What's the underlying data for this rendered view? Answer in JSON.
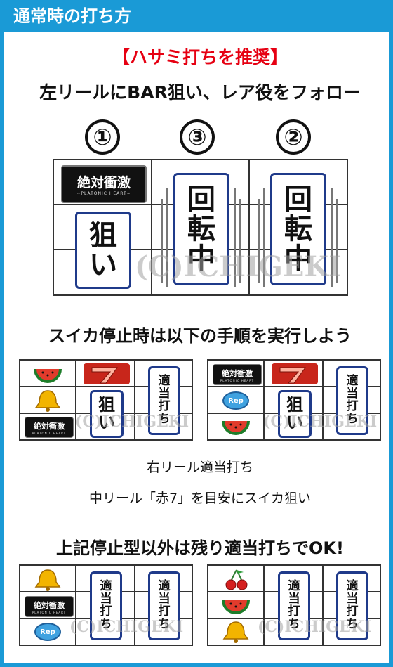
{
  "header": {
    "title": "通常時の打ち方"
  },
  "headline": "【ハサミ打ちを推奨】",
  "instruction1": "左リールにBAR狙い、レア役をフォロー",
  "order": {
    "left": "①",
    "center": "③",
    "right": "②"
  },
  "main": {
    "aim_label": [
      "狙",
      "い"
    ],
    "spin_label": [
      "回",
      "転",
      "中"
    ],
    "logo_main": "絶対衝激",
    "logo_sub": "~PLATONIC HEART~"
  },
  "watermark": "(C)ICHIGEKI",
  "section2_title": "スイカ停止時は以下の手順を実行しよう",
  "step_panel": {
    "aim_label": [
      "狙",
      "い"
    ],
    "random_label": [
      "適",
      "当",
      "打",
      "ち"
    ],
    "logo_main": "絶対衝激",
    "logo_sub": "PLATONIC HEART",
    "replay_label": "Rep"
  },
  "steps": [
    "右リール適当打ち",
    "中リール「赤7」を目安にスイカ狙い"
  ],
  "section3_title": "上記停止型以外は残り適当打ちでOK!",
  "bottom_panel": {
    "random_label": [
      "適",
      "当",
      "打",
      "ち"
    ],
    "logo_main": "絶対衝激",
    "logo_sub": "PLATONIC HEART",
    "replay_label": "Rep"
  },
  "colors": {
    "accent": "#1a9ad6",
    "headline": "#e60012",
    "card_border": "#1f3a8a"
  }
}
